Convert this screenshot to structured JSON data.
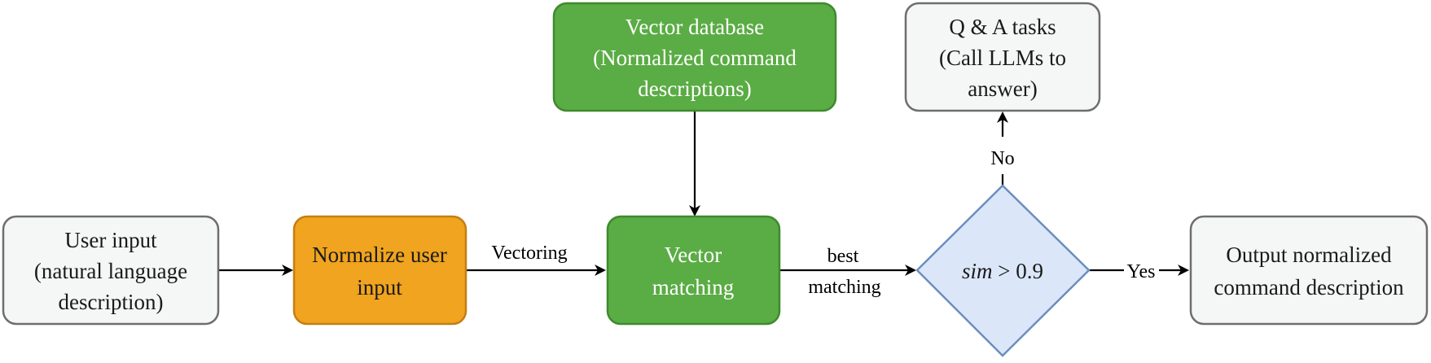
{
  "nodes": {
    "user_input": {
      "lines": [
        "User input",
        "(natural language",
        "description)"
      ]
    },
    "normalize": {
      "lines": [
        "Normalize user",
        "input"
      ]
    },
    "vector_db": {
      "lines": [
        "Vector database",
        "(Normalized command",
        "descriptions)"
      ]
    },
    "vector_matching": {
      "lines": [
        "Vector",
        "matching"
      ]
    },
    "decision": {
      "italic": "sim",
      "rest": " > 0.9"
    },
    "qa_tasks": {
      "lines": [
        "Q & A tasks",
        "(Call LLMs to",
        "answer)"
      ]
    },
    "output": {
      "lines": [
        "Output normalized",
        "command description"
      ]
    }
  },
  "edges": {
    "vectoring": "Vectoring",
    "best_matching": [
      "best",
      "matching"
    ],
    "no": "No",
    "yes": "Yes"
  },
  "colors": {
    "gray_fill": "#f5f7f6",
    "gray_stroke": "#6e6e6e",
    "orange_fill": "#f0a41f",
    "orange_stroke": "#c47f13",
    "green_fill": "#5aac44",
    "green_stroke": "#3f8a2e",
    "blue_fill": "#dbe7f8",
    "blue_stroke": "#6c8ebf",
    "arrow": "#000000"
  }
}
